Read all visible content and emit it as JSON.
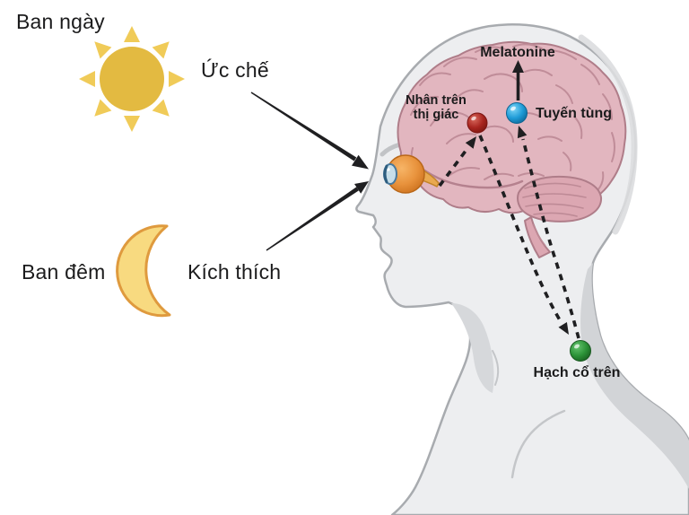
{
  "labels": {
    "daytime": "Ban ngày",
    "inhibit": "Ức chế",
    "nighttime": "Ban đêm",
    "stimulate": "Kích thích",
    "melatonin": "Melatonine",
    "scn_line1": "Nhân trên",
    "scn_line2": "thị giác",
    "pineal": "Tuyến tùng",
    "ganglion": "Hạch cổ trên"
  },
  "icons": {
    "sun": "sun-icon",
    "moon": "crescent-moon-icon"
  },
  "colors": {
    "sun_core": "#E3BA41",
    "sun_rays": "#F0CB58",
    "moon_fill": "#F8DA80",
    "moon_outline": "#DF9A3E",
    "head_fill": "#EDEEF0",
    "head_outline": "#A8ABAF",
    "brain_fill": "#E2B6BF",
    "brain_outline": "#AF7D89",
    "brain_folds": "#C08D99",
    "cerebellum_fill": "#DCA7B2",
    "eye_orange": "#E8923C",
    "iris_blue": "#C7DEE9",
    "scn_dot": "#A8251F",
    "pineal_dot": "#1E9BD7",
    "ganglion_dot": "#2B9237",
    "arrow_black": "#1F1F21"
  },
  "diagram": {
    "nodes": [
      {
        "id": "sun",
        "label": "Ban ngày"
      },
      {
        "id": "moon",
        "label": "Ban đêm"
      },
      {
        "id": "eye",
        "label": ""
      },
      {
        "id": "scn",
        "label": "Nhân trên thị giác",
        "color": "#A8251F"
      },
      {
        "id": "pineal",
        "label": "Tuyến tùng",
        "color": "#1E9BD7"
      },
      {
        "id": "ganglion",
        "label": "Hạch cổ trên",
        "color": "#2B9237"
      },
      {
        "id": "melatonin",
        "label": "Melatonine"
      }
    ],
    "edges": [
      {
        "from": "sun",
        "to": "eye",
        "label": "Ức chế",
        "style": "solid"
      },
      {
        "from": "moon",
        "to": "eye",
        "label": "Kích thích",
        "style": "solid"
      },
      {
        "from": "eye",
        "to": "scn",
        "style": "dashed"
      },
      {
        "from": "scn",
        "to": "ganglion",
        "style": "dashed"
      },
      {
        "from": "ganglion",
        "to": "pineal",
        "style": "dashed"
      },
      {
        "from": "pineal",
        "to": "melatonin",
        "style": "solid"
      }
    ]
  }
}
